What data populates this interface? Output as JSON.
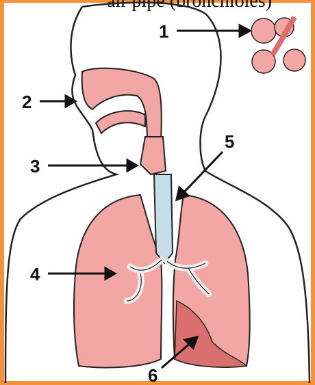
{
  "caption_fragment": "air pipe (bronchioles)",
  "labels": [
    {
      "id": "1",
      "text": "1"
    },
    {
      "id": "2",
      "text": "2"
    },
    {
      "id": "3",
      "text": "3"
    },
    {
      "id": "4",
      "text": "4"
    },
    {
      "id": "5",
      "text": "5"
    },
    {
      "id": "6",
      "text": "6"
    }
  ],
  "colors": {
    "frame": "#f3923a",
    "lung": "#f2a7a4",
    "lung_dark": "#d9706f",
    "airway": "#f6b3ad",
    "trachea": "#c5dde6",
    "outline": "#222222"
  }
}
